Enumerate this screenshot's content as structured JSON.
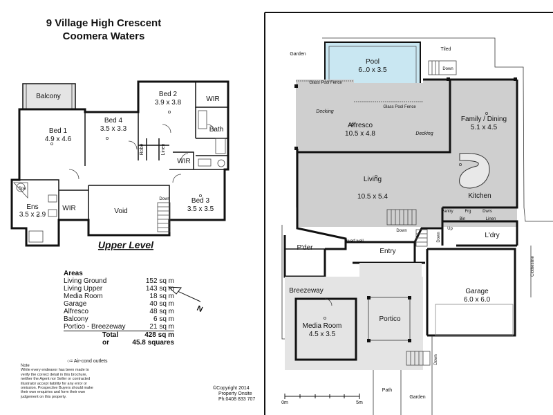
{
  "address": {
    "line1": "9 Village High Crescent",
    "line2": "Coomera Waters"
  },
  "upper_level": {
    "heading": "Upper Level",
    "rooms": [
      {
        "id": "balcony",
        "name": "Balcony",
        "dims": ""
      },
      {
        "id": "bed1",
        "name": "Bed 1",
        "dims": "4.9 x 4.6"
      },
      {
        "id": "bed4",
        "name": "Bed 4",
        "dims": "3.5 x 3.3"
      },
      {
        "id": "bed2",
        "name": "Bed 2",
        "dims": "3.9 x 3.8"
      },
      {
        "id": "wir1",
        "name": "WIR",
        "dims": ""
      },
      {
        "id": "bath",
        "name": "Bath",
        "dims": ""
      },
      {
        "id": "robe",
        "name": "Robe",
        "dims": ""
      },
      {
        "id": "linen",
        "name": "Linen",
        "dims": ""
      },
      {
        "id": "wir2",
        "name": "WIR",
        "dims": ""
      },
      {
        "id": "bed3",
        "name": "Bed 3",
        "dims": "3.5 x 3.5"
      },
      {
        "id": "ens",
        "name": "Ens",
        "dims": "3.5 x 2.9"
      },
      {
        "id": "spa",
        "name": "Spa",
        "dims": ""
      },
      {
        "id": "wir3",
        "name": "WIR",
        "dims": ""
      },
      {
        "id": "void",
        "name": "Void",
        "dims": ""
      }
    ],
    "stair_label": "Down"
  },
  "ground_level": {
    "rooms": [
      {
        "id": "pool",
        "name": "Pool",
        "dims": "6..0 x 3.5"
      },
      {
        "id": "alfresco",
        "name": "Alfresco",
        "dims": "10.5 x 4.8"
      },
      {
        "id": "family",
        "name": "Family / Dining",
        "dims": "5.1 x 4.5"
      },
      {
        "id": "living",
        "name": "Living",
        "dims": "10.5 x 5.4"
      },
      {
        "id": "kitchen",
        "name": "Kitchen",
        "dims": ""
      },
      {
        "id": "lndry",
        "name": "L'dry",
        "dims": ""
      },
      {
        "id": "pder",
        "name": "P'der",
        "dims": ""
      },
      {
        "id": "entry",
        "name": "Entry",
        "dims": ""
      },
      {
        "id": "breezeway",
        "name": "Breezeway",
        "dims": ""
      },
      {
        "id": "media",
        "name": "Media Room",
        "dims": "4.5 x 3.5"
      },
      {
        "id": "portico",
        "name": "Portico",
        "dims": ""
      },
      {
        "id": "garage",
        "name": "Garage",
        "dims": "6.0 x 6.0"
      }
    ],
    "labels": {
      "garden_top": "Garden",
      "tiled": "Tiled",
      "glass_fence_1": "Glass Pool Fence",
      "glass_fence_2": "Glass Pool Fence",
      "decking_1": "Decking",
      "decking_2": "Decking",
      "pantry": "Pantry",
      "frg": "Frg",
      "bin": "Bin",
      "linen": "Linen",
      "dwrs": "Dwrs",
      "dwarf_wall": "Dwarf wall",
      "clothesline": "Clothesline",
      "path": "Path",
      "garden_bottom": "Garden",
      "down1": "Down",
      "down2": "Down",
      "down3": "Down",
      "down4": "Down",
      "up": "Up",
      "scale_start": "0m",
      "scale_end": "5m"
    }
  },
  "areas": {
    "heading": "Areas",
    "rows": [
      {
        "label": "Living Ground",
        "value": "152 sq m"
      },
      {
        "label": "Living Upper",
        "value": "143 sq m"
      },
      {
        "label": "Media Room",
        "value": "18 sq m"
      },
      {
        "label": "Garage",
        "value": "40 sq m"
      },
      {
        "label": "Alfresco",
        "value": "48 sq m"
      },
      {
        "label": "Balcony",
        "value": "6 sq m"
      },
      {
        "label": "Portico - Breezeway",
        "value": "21 sq m"
      }
    ],
    "total_label": "Total",
    "total_value": "428 sq m",
    "or_label": "or",
    "squares_value": "45.8 squares"
  },
  "aircon_note": "= Air-cond outlets",
  "note": {
    "heading": "Note",
    "text": "While every endeavor has been made to verify the correct detail in this brochure, neither the Agent nor Seller or contracted illustrator accept liability for any error or omission. Prospective Buyers should make their own enquiries and form their own judgement on this property."
  },
  "compass": {
    "label": "N"
  },
  "copyright": {
    "line1": "Copyright 2014",
    "line2": "Property Onsite",
    "line3": "Ph:0408 833 707"
  }
}
